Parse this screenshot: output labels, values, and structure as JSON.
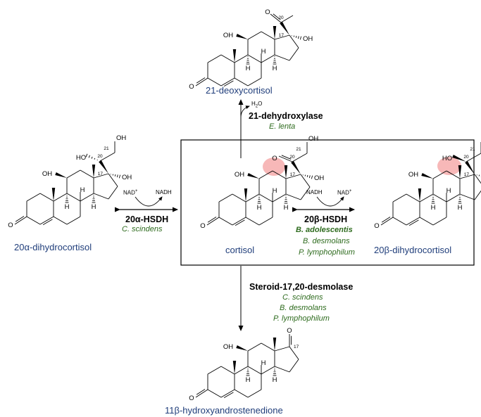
{
  "compounds": {
    "deoxycortisol": {
      "name": "21-deoxycortisol"
    },
    "alpha": {
      "name": "20α-dihydrocortisol"
    },
    "cortisol": {
      "name": "cortisol"
    },
    "beta": {
      "name": "20β-dihydrocortisol"
    },
    "andro": {
      "name": "11β-hydroxyandrostenedione"
    }
  },
  "reactions": {
    "dehydroxylase": {
      "enzyme": "21-dehydroxylase",
      "byproduct": "H2O",
      "organisms": [
        "E. lenta"
      ]
    },
    "hsdh_alpha": {
      "enzyme": "20α-HSDH",
      "cofactor_in": "NAD",
      "cofactor_out": "NADH",
      "organisms": [
        "C. scindens"
      ]
    },
    "hsdh_beta": {
      "enzyme": "20β-HSDH",
      "cofactor_in": "NADH",
      "cofactor_out": "NAD",
      "organisms": [
        "B. adolescentis",
        "B. desmolans",
        "P. lymphophilum"
      ]
    },
    "desmolase": {
      "enzyme": "Steroid-17,20-desmolase",
      "organisms": [
        "C. scindens",
        "B. desmolans",
        "P. lymphophilum"
      ]
    }
  },
  "atom_labels": {
    "hydroxyl": "OH",
    "hydroxyl_left": "HO",
    "oxygen": "O",
    "hydrogen": "H",
    "c17": "17",
    "c20": "20",
    "c21": "21"
  },
  "colors": {
    "compound_name": "#1f3d7a",
    "organism": "#2e6b1e",
    "highlight": "#f4a0a0"
  }
}
